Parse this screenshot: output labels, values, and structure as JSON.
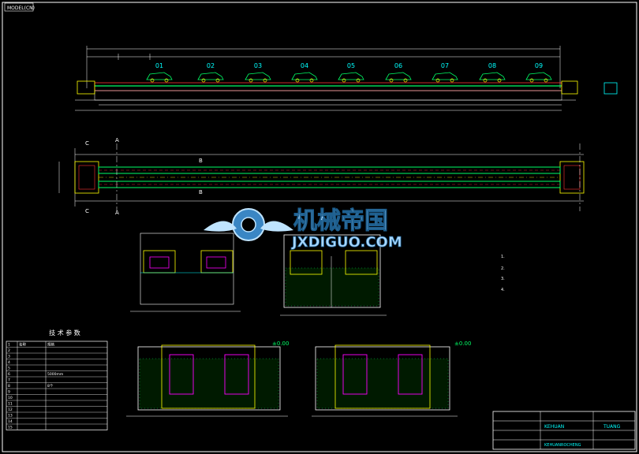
{
  "header_tag": "MODEL(CN)",
  "stations": [
    "01",
    "02",
    "03",
    "04",
    "05",
    "06",
    "07",
    "08",
    "09"
  ],
  "watermark": {
    "cn": "机械帝国",
    "en": "JXDIGUO.COM"
  },
  "section_labels": [
    "C",
    "A",
    "B",
    "B",
    "C",
    "A"
  ],
  "level_marks": [
    "±0.00",
    "±0.00"
  ],
  "tech_table": {
    "title": "技 术 参 数",
    "rows": [
      {
        "no": "1",
        "name": "名称",
        "value": "规格"
      },
      {
        "no": "2",
        "name": "",
        "value": ""
      },
      {
        "no": "3",
        "name": "",
        "value": ""
      },
      {
        "no": "4",
        "name": "",
        "value": ""
      },
      {
        "no": "5",
        "name": "",
        "value": ""
      },
      {
        "no": "6",
        "name": "",
        "value": "5000mm"
      },
      {
        "no": "7",
        "name": "",
        "value": ""
      },
      {
        "no": "8",
        "name": "",
        "value": "8个"
      },
      {
        "no": "9",
        "name": "",
        "value": ""
      },
      {
        "no": "10",
        "name": "",
        "value": ""
      },
      {
        "no": "11",
        "name": "",
        "value": ""
      },
      {
        "no": "12",
        "name": "",
        "value": ""
      },
      {
        "no": "13",
        "name": "",
        "value": ""
      },
      {
        "no": "14",
        "name": "",
        "value": ""
      },
      {
        "no": "15",
        "name": "",
        "value": ""
      }
    ]
  },
  "notes": [
    "1.",
    "2.",
    "3.",
    "4."
  ],
  "title_block": {
    "drawing_no": "TUANG",
    "company": "KEHUAN",
    "bottom_code": "KEHUANROCHENG"
  },
  "colors": {
    "frame": "#ffffff",
    "conveyor": "#00ff66",
    "line": "#00ffff",
    "accent": "#ff3333",
    "steel": "#ff00ff",
    "dim": "#ffff00"
  }
}
